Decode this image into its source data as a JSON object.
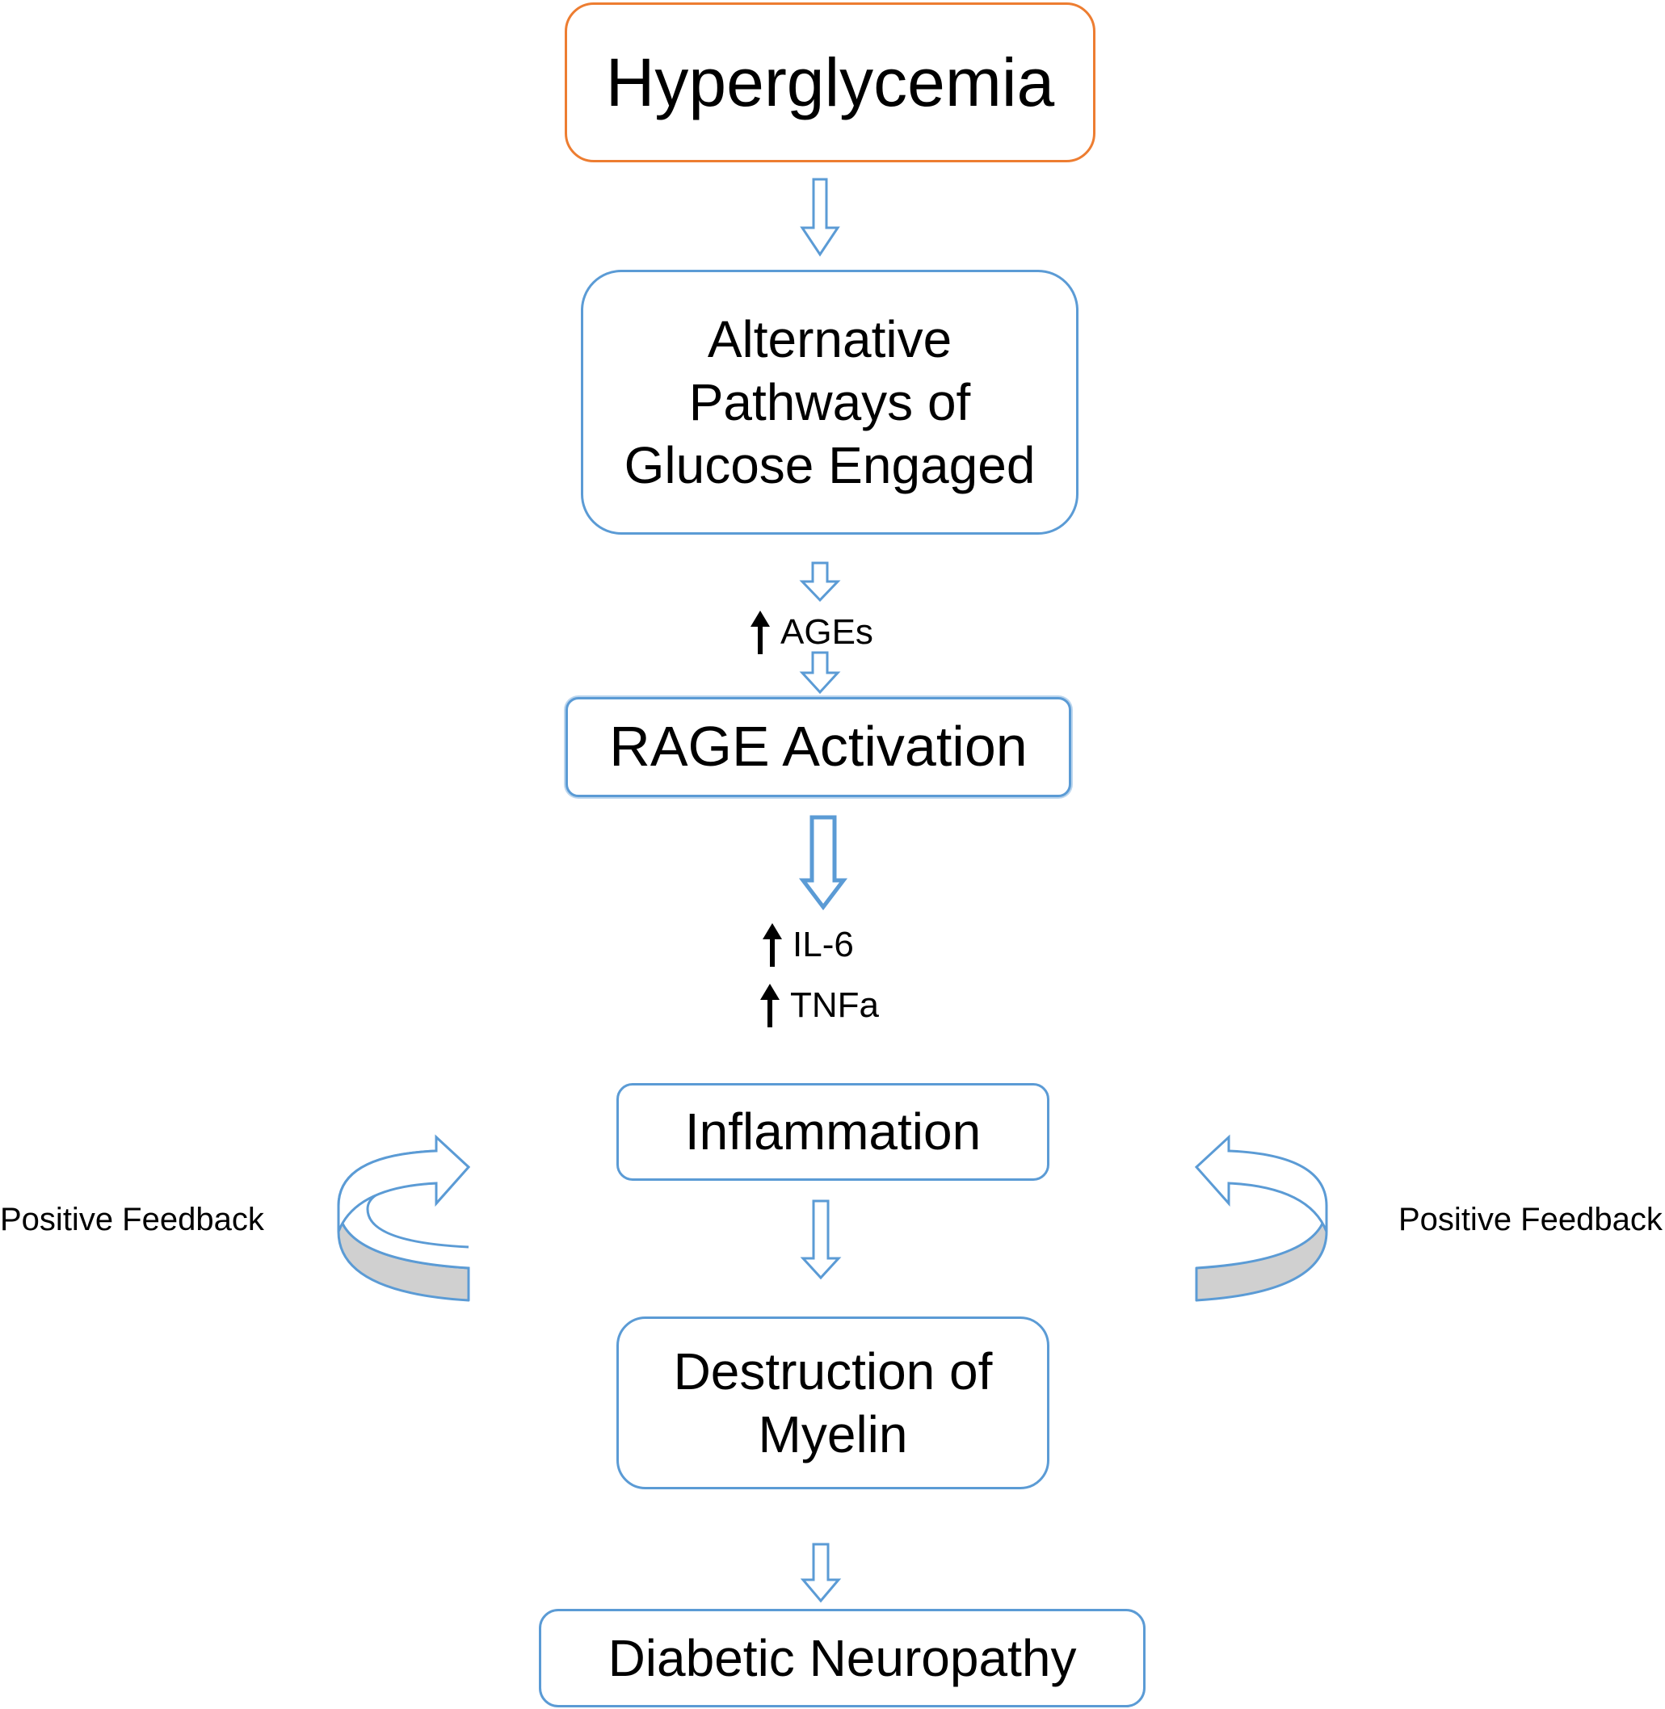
{
  "nodes": {
    "hyperglycemia": "Hyperglycemia",
    "alternative_pathways": [
      "Alternative",
      "Pathways of",
      "Glucose Engaged"
    ],
    "rage_activation": "RAGE Activation",
    "inflammation": "Inflammation",
    "destruction_of_myelin": [
      "Destruction of",
      "Myelin"
    ],
    "diabetic_neuropathy": "Diabetic Neuropathy"
  },
  "markers": {
    "ages": "AGEs",
    "il6": "IL-6",
    "tnfa": "TNFa"
  },
  "feedback": {
    "left_label": "Positive Feedback",
    "right_label": "Positive Feedback"
  },
  "colors": {
    "node_border": "#5b9bd5",
    "top_node_border": "#ed7d31",
    "arrow_outline": "#5b9bd5",
    "feedback_band_fill": "#d0d0d0",
    "increase_arrow": "#000000"
  },
  "icons": {
    "flow_arrow": "hollow-down-arrow-icon",
    "increase": "up-arrow-icon",
    "feedback": "curved-feedback-arrow-icon"
  }
}
